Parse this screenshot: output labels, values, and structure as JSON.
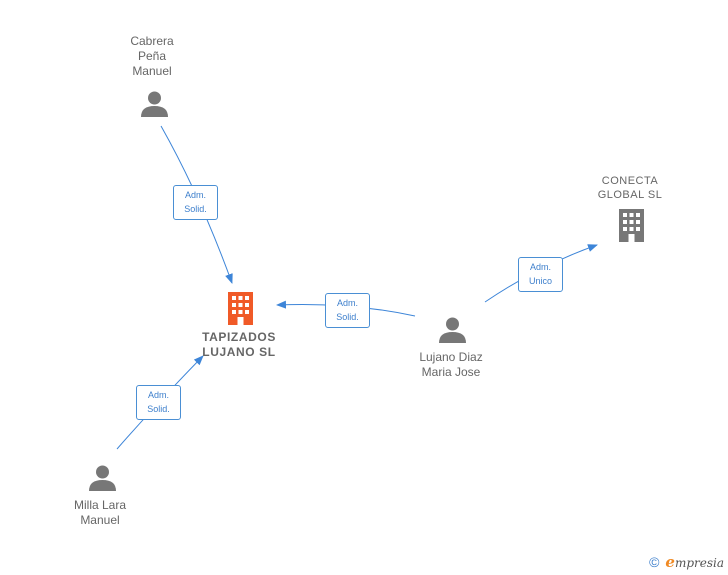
{
  "nodes": {
    "cabrera": {
      "lines": [
        "Cabrera",
        "Peña",
        "Manuel"
      ]
    },
    "conecta": {
      "lines": [
        "CONECTA",
        "GLOBAL  SL"
      ]
    },
    "tapizados": {
      "lines": [
        "TAPIZADOS",
        "LUJANO  SL"
      ]
    },
    "lujano": {
      "lines": [
        "Lujano Diaz",
        "Maria Jose"
      ]
    },
    "milla": {
      "lines": [
        "Milla Lara",
        "Manuel"
      ]
    }
  },
  "edges": {
    "cabrera_tapizados": {
      "lines": [
        "Adm.",
        "Solid."
      ]
    },
    "lujano_tapizados": {
      "lines": [
        "Adm.",
        "Solid."
      ]
    },
    "lujano_conecta": {
      "lines": [
        "Adm.",
        "Unico"
      ]
    },
    "milla_tapizados": {
      "lines": [
        "Adm.",
        "Solid."
      ]
    }
  },
  "footer": {
    "copyright_symbol": "©",
    "brand_initial": "e",
    "brand_rest": "mpresia"
  },
  "colors": {
    "edge": "#3d85d8",
    "person_icon": "#777777",
    "company_icon": "#777777",
    "main_company_icon": "#f05a28"
  }
}
